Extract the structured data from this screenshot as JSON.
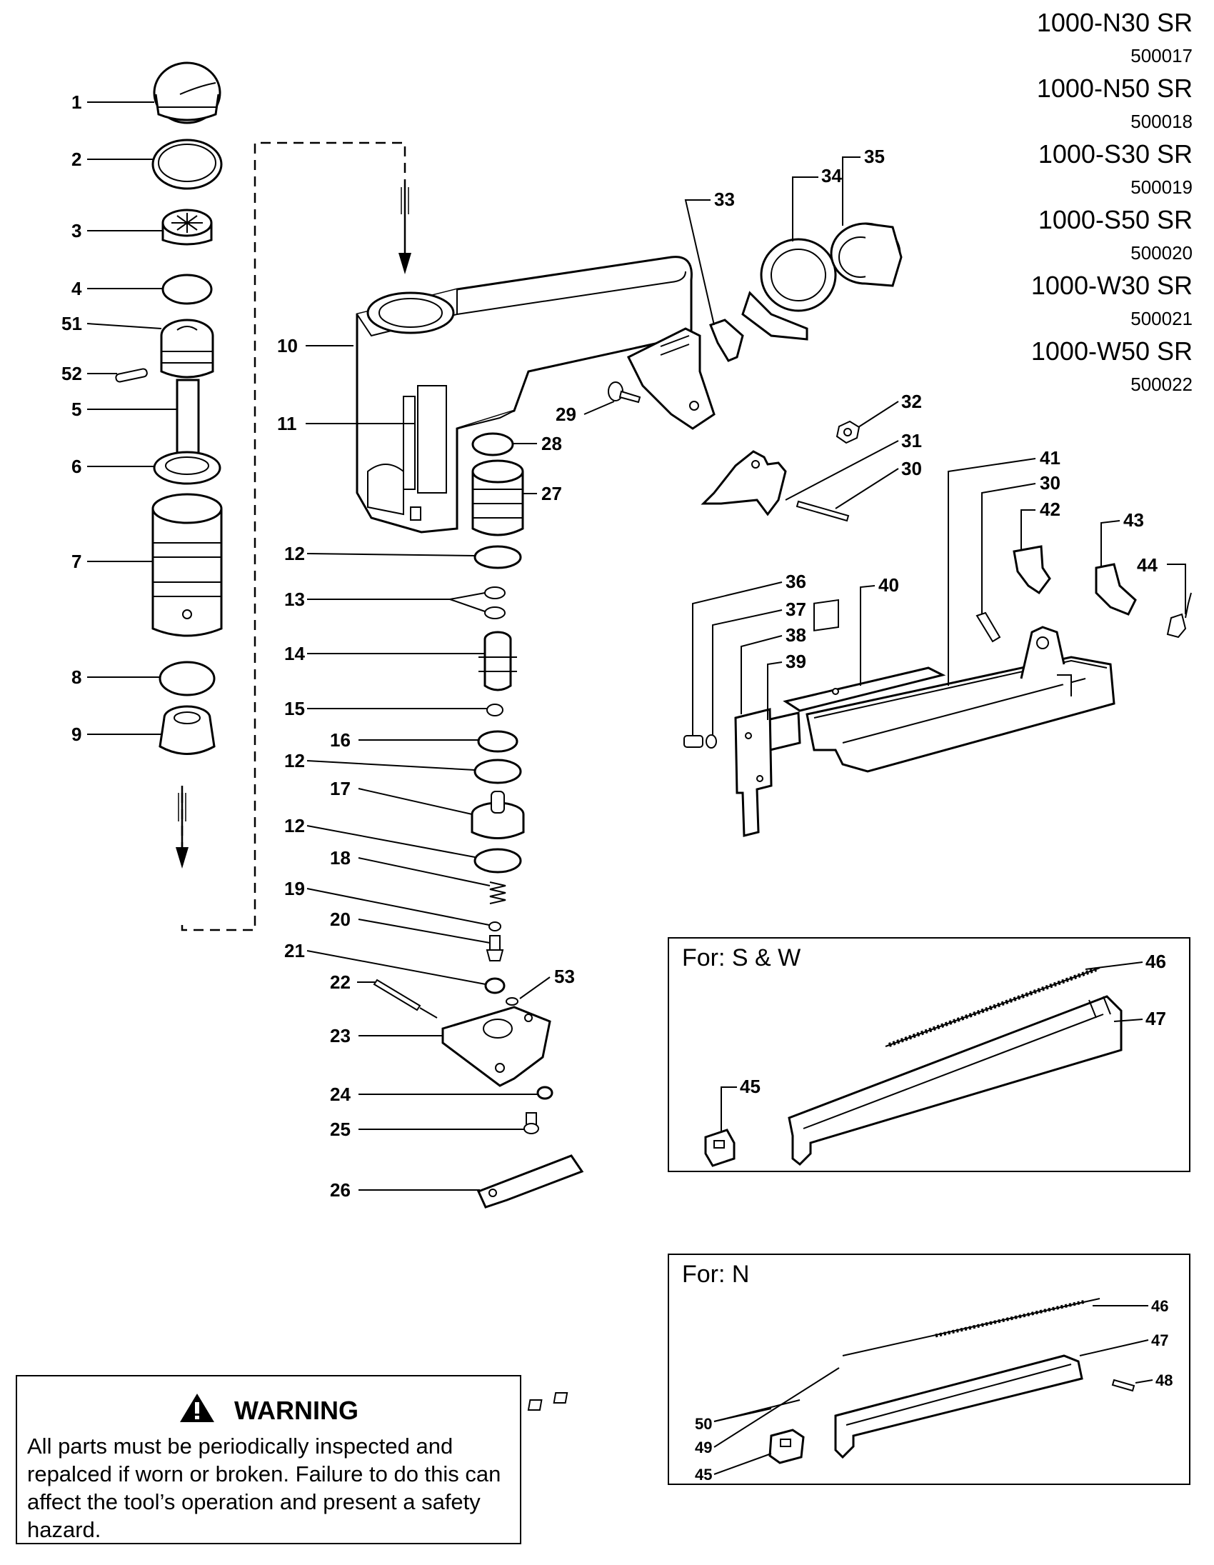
{
  "models": [
    {
      "name": "1000-N30 SR",
      "code": "500017"
    },
    {
      "name": "1000-N50 SR",
      "code": "500018"
    },
    {
      "name": "1000-S30 SR",
      "code": "500019"
    },
    {
      "name": "1000-S50 SR",
      "code": "500020"
    },
    {
      "name": "1000-W30 SR",
      "code": "500021"
    },
    {
      "name": "1000-W50 SR",
      "code": "500022"
    }
  ],
  "callouts": {
    "c1": "1",
    "c2": "2",
    "c3": "3",
    "c4": "4",
    "c51": "51",
    "c52": "52",
    "c5": "5",
    "c6": "6",
    "c7": "7",
    "c8": "8",
    "c9": "9",
    "c10": "10",
    "c11": "11",
    "c12a": "12",
    "c13": "13",
    "c14": "14",
    "c15": "15",
    "c16": "16",
    "c12b": "12",
    "c17": "17",
    "c12c": "12",
    "c18": "18",
    "c19": "19",
    "c20": "20",
    "c21": "21",
    "c22": "22",
    "c53": "53",
    "c23": "23",
    "c24": "24",
    "c25": "25",
    "c26": "26",
    "c27": "27",
    "c28": "28",
    "c29": "29",
    "c33": "33",
    "c34": "34",
    "c35": "35",
    "c32": "32",
    "c31": "31",
    "c30a": "30",
    "c41": "41",
    "c30b": "30",
    "c42": "42",
    "c43": "43",
    "c44": "44",
    "c36": "36",
    "c37": "37",
    "c38": "38",
    "c39": "39",
    "c40": "40",
    "c46a": "46",
    "c47a": "47",
    "c45a": "45",
    "c46b": "46",
    "c47b": "47",
    "c48": "48",
    "c50": "50",
    "c49": "49",
    "c45b": "45"
  },
  "variant_sw": {
    "title": "For: S & W"
  },
  "variant_n": {
    "title": "For: N"
  },
  "warning": {
    "heading": "WARNING",
    "body": "All parts must be periodically inspected and repalced if worn or broken.  Failure to do this can affect the tool’s operation and present a safety hazard."
  }
}
